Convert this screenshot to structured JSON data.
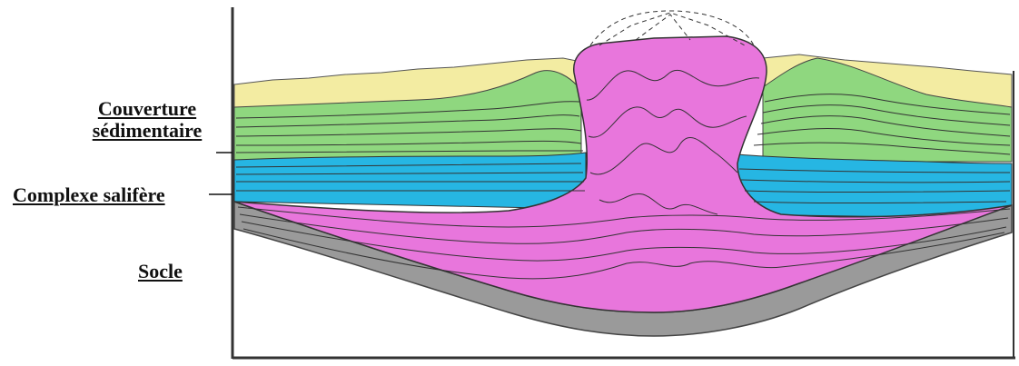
{
  "labels": {
    "couverture_line1": "Couverture",
    "couverture_line2": "sédimentaire",
    "complexe": "Complexe salifère",
    "socle": "Socle"
  },
  "colors": {
    "yellow_layer": "#f3eca2",
    "green_layer": "#8fd77f",
    "blue_layer": "#26b6e3",
    "salt_pink": "#e876dc",
    "basement_gray": "#9a9a9a",
    "frame": "#333333"
  }
}
